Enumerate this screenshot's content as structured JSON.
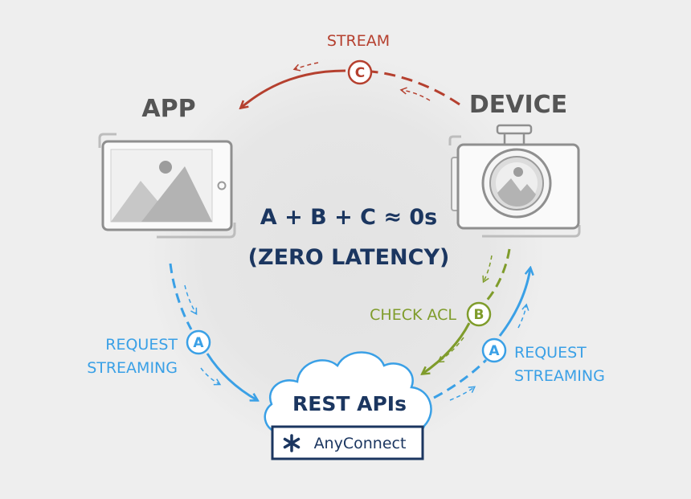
{
  "nodes": {
    "app": "APP",
    "device": "DEVICE",
    "cloud": "REST APIs",
    "brand": "AnyConnect"
  },
  "formula": {
    "line1": "A + B + C ≈ 0s",
    "line2": "(ZERO LATENCY)"
  },
  "steps": {
    "stream": {
      "badge": "C",
      "label": "STREAM"
    },
    "check_acl": {
      "badge": "B",
      "label": "CHECK ACL"
    },
    "request_left": {
      "badge": "A",
      "label_line1": "REQUEST",
      "label_line2": "STREAMING"
    },
    "request_right": {
      "badge": "A",
      "label_line1": "REQUEST",
      "label_line2": "STREAMING"
    }
  },
  "colors": {
    "stream": "#b5402f",
    "check_acl": "#7f9c2b",
    "request": "#3aa0e6",
    "navy": "#1b3660",
    "gray": "#555555"
  },
  "icons": {
    "app": "tablet-image-icon",
    "device": "camera-icon",
    "cloud": "cloud-icon",
    "brand": "asterisk-icon"
  }
}
